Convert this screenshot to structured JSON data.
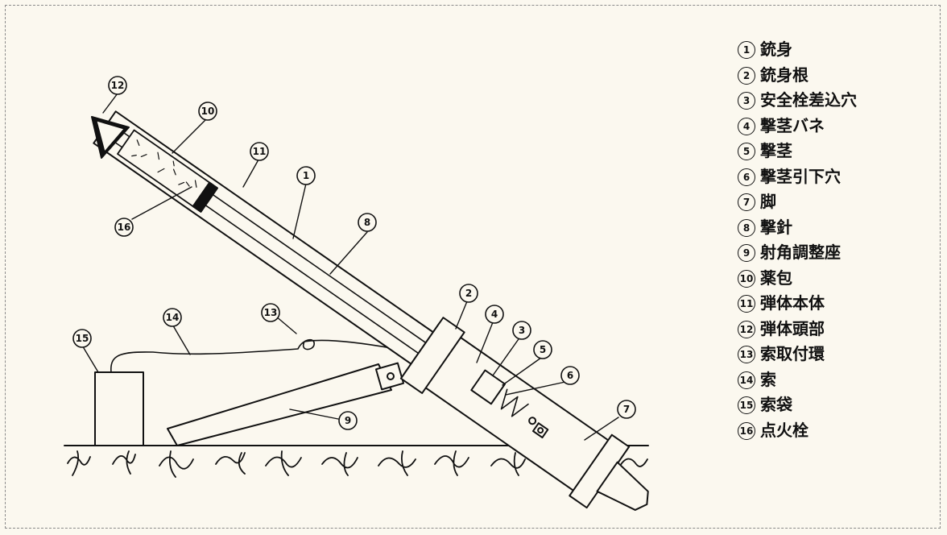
{
  "legend": [
    {
      "num": "1",
      "label": "銃身"
    },
    {
      "num": "2",
      "label": "銃身根"
    },
    {
      "num": "3",
      "label": "安全栓差込穴"
    },
    {
      "num": "4",
      "label": "撃茎バネ"
    },
    {
      "num": "5",
      "label": "撃茎"
    },
    {
      "num": "6",
      "label": "撃茎引下穴"
    },
    {
      "num": "7",
      "label": "脚"
    },
    {
      "num": "8",
      "label": "撃針"
    },
    {
      "num": "9",
      "label": "射角調整座"
    },
    {
      "num": "10",
      "label": "薬包"
    },
    {
      "num": "11",
      "label": "弾体本体"
    },
    {
      "num": "12",
      "label": "弾体頭部"
    },
    {
      "num": "13",
      "label": "索取付環"
    },
    {
      "num": "14",
      "label": "索"
    },
    {
      "num": "15",
      "label": "索袋"
    },
    {
      "num": "16",
      "label": "点火栓"
    }
  ],
  "callouts": [
    {
      "num": "12"
    },
    {
      "num": "10"
    },
    {
      "num": "11"
    },
    {
      "num": "1"
    },
    {
      "num": "16"
    },
    {
      "num": "8"
    },
    {
      "num": "2"
    },
    {
      "num": "4"
    },
    {
      "num": "3"
    },
    {
      "num": "5"
    },
    {
      "num": "6"
    },
    {
      "num": "7"
    },
    {
      "num": "14"
    },
    {
      "num": "13"
    },
    {
      "num": "15"
    },
    {
      "num": "9"
    }
  ],
  "colors": {
    "line": "#111111",
    "background": "#fbf8ef",
    "border": "#8a8a8a"
  }
}
